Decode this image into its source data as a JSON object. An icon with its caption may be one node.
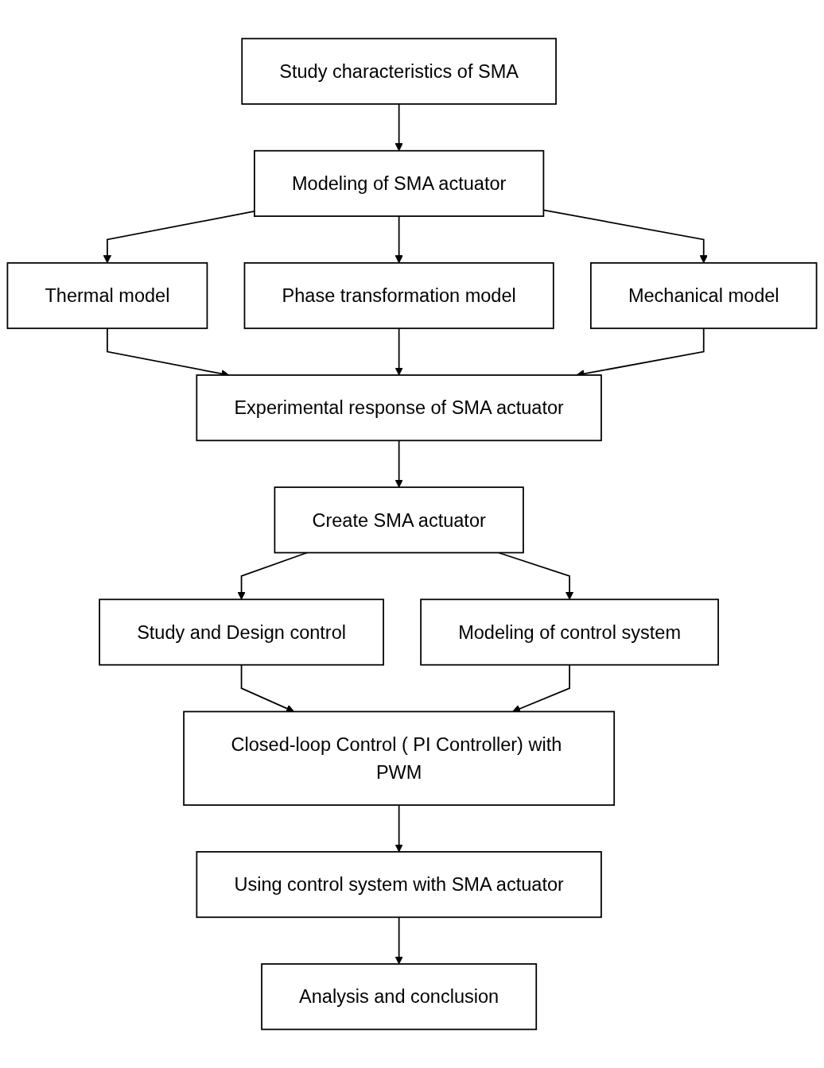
{
  "diagram": {
    "nodes": [
      {
        "text": [
          "Study characteristics of SMA"
        ]
      },
      {
        "text": [
          "Modeling of SMA actuator"
        ]
      },
      {
        "text": [
          "Thermal model"
        ]
      },
      {
        "text": [
          "Phase transformation model"
        ]
      },
      {
        "text": [
          "Mechanical model"
        ]
      },
      {
        "text": [
          "Experimental response of SMA actuator"
        ]
      },
      {
        "text": [
          "Create SMA actuator"
        ]
      },
      {
        "text": [
          "Study and Design control"
        ]
      },
      {
        "text": [
          "Modeling of control system"
        ]
      },
      {
        "text": [
          "Closed-loop Control ( PI Controller) with PWM"
        ]
      },
      {
        "text": [
          "Using control system with SMA actuator"
        ]
      },
      {
        "text": [
          "Analysis and conclusion"
        ]
      }
    ],
    "edges": [
      {
        "from": 0,
        "to": 1,
        "arrow": "to"
      },
      {
        "from": 1,
        "to": 2,
        "arrow": "to"
      },
      {
        "from": 1,
        "to": 3,
        "arrow": "to"
      },
      {
        "from": 1,
        "to": 4,
        "arrow": "to"
      },
      {
        "from": 2,
        "to": 5,
        "arrow": "to"
      },
      {
        "from": 3,
        "to": 5,
        "arrow": "to"
      },
      {
        "from": 4,
        "to": 5,
        "arrow": "to"
      },
      {
        "from": 5,
        "to": 6,
        "arrow": "to"
      },
      {
        "from": 6,
        "to": 7,
        "arrow": "to"
      },
      {
        "from": 6,
        "to": 8,
        "arrow": "to"
      },
      {
        "from": 7,
        "to": 9,
        "arrow": "to"
      },
      {
        "from": 8,
        "to": 9,
        "arrow": "to"
      },
      {
        "from": 9,
        "to": 10,
        "arrow": "to"
      },
      {
        "from": 10,
        "to": 11,
        "arrow": "to"
      }
    ]
  }
}
